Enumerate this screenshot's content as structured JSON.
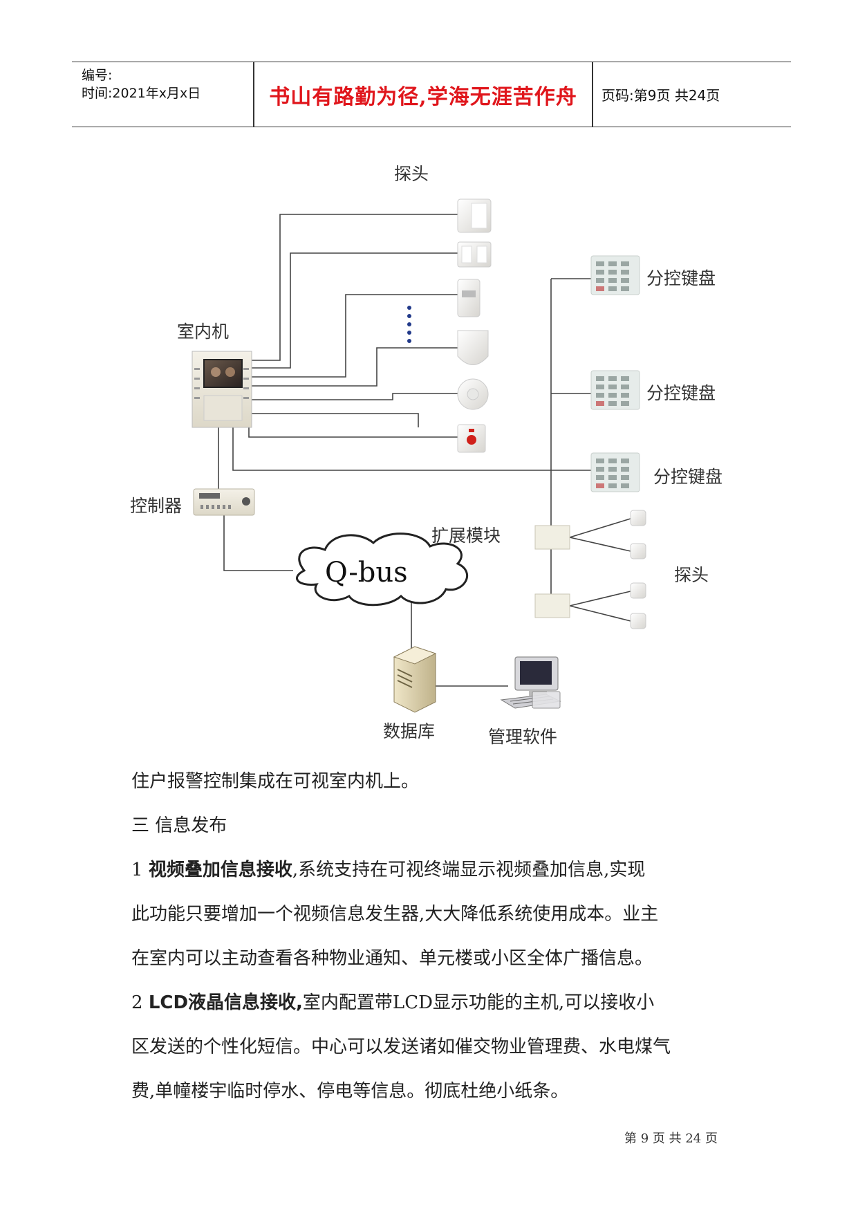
{
  "header": {
    "number_label": "编号:",
    "time_label": "时间:2021年x月x日",
    "motto": "书山有路勤为径,学海无涯苦作舟",
    "page_info": "页码:第9页 共24页"
  },
  "figure": {
    "labels": {
      "probes_top": "探头",
      "indoor_unit": "室内机",
      "controller": "控制器",
      "keypad_1": "分控键盘",
      "keypad_2": "分控键盘",
      "keypad_3": "分控键盘",
      "expansion_module": "扩展模块",
      "probes_right": "探头",
      "bus": "Q-bus",
      "database": "数据库",
      "management_software": "管理软件"
    },
    "icons": {
      "indoor_unit": "video-intercom-icon",
      "controller": "controller-box-icon",
      "keypad": "keypad-icon",
      "probe": "sensor-probe-icon",
      "server": "server-icon",
      "computer": "computer-icon",
      "cloud": "cloud-icon"
    }
  },
  "body": {
    "p1": "住户报警控制集成在可视室内机上。",
    "p2": "三 信息发布",
    "p3_num": "1 ",
    "p3_bold": "视频叠加信息接收",
    "p3_rest": ",系统支持在可视终端显示视频叠加信息,实现",
    "p4": "此功能只要增加一个视频信息发生器,大大降低系统使用成本。业主",
    "p5": "在室内可以主动查看各种物业通知、单元楼或小区全体广播信息。",
    "p6_num": "2 ",
    "p6_bold": "LCD液晶信息接收,",
    "p6_rest": "室内配置带LCD显示功能的主机,可以接收小",
    "p7": "区发送的个性化短信。中心可以发送诸如催交物业管理费、水电煤气",
    "p8": "费,单幢楼宇临时停水、停电等信息。彻底杜绝小纸条。"
  },
  "footer": {
    "page_text": "第 9 页 共 24 页"
  }
}
